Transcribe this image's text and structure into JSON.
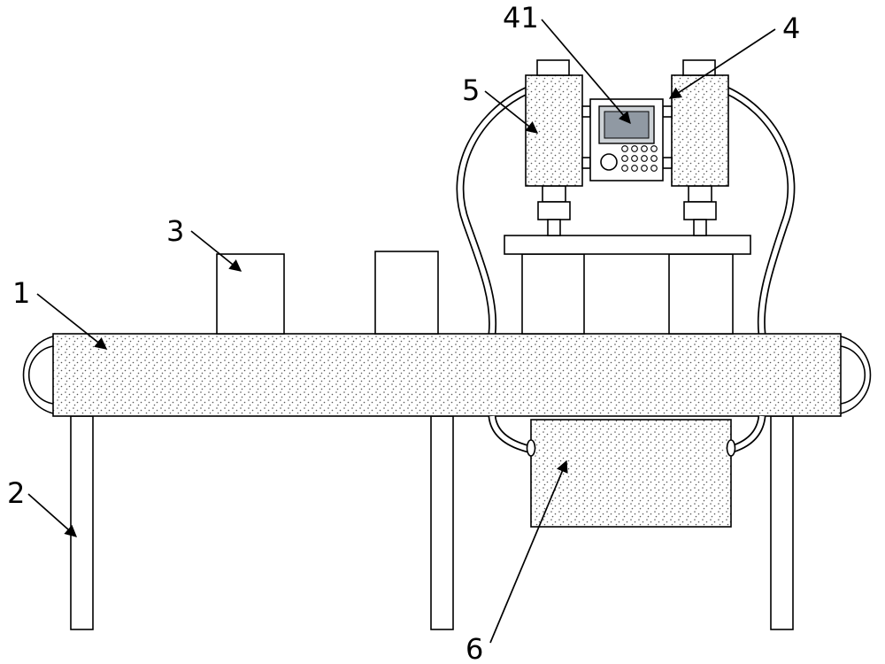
{
  "figure": {
    "background": "#ffffff",
    "line_color": "#000000",
    "screen_frame_color": "#cdd2d6",
    "screen_color": "#9099a3",
    "stipple_dot_color": "#555555"
  },
  "labels": {
    "belt": "1",
    "leg": "2",
    "feed_box": "3",
    "press_unit": "4",
    "control_panel": "41",
    "press_cylinder": "5",
    "collection_box": "6"
  }
}
